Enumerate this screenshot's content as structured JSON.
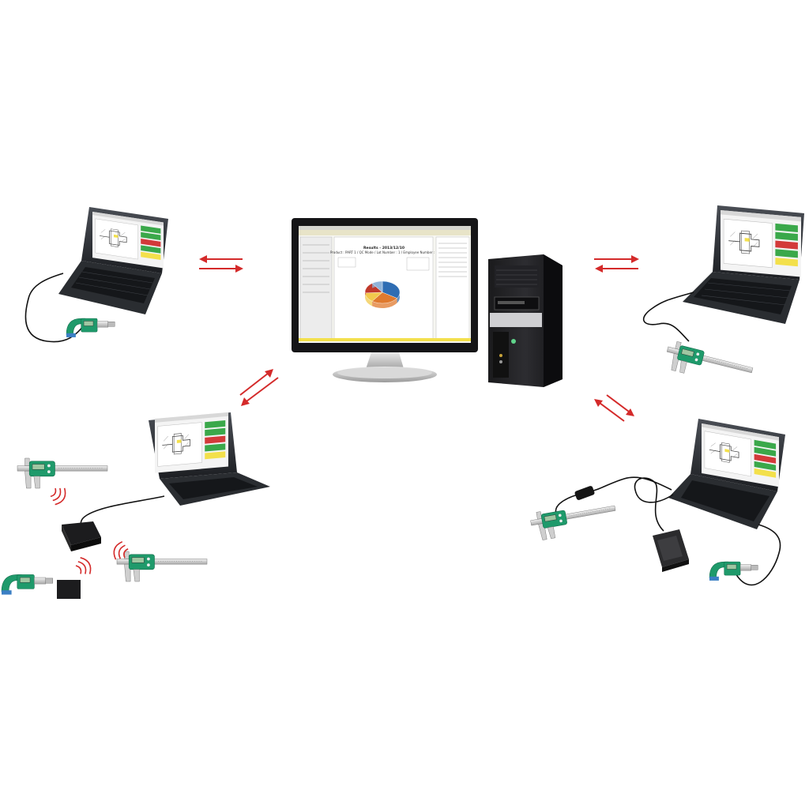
{
  "central_station": {
    "monitor_screen": {
      "report_title": "Results - 2013/12/10",
      "report_subtitle": "Product : PART 1 / QC Mode / Lot Number : 1 / Employee Number : 1"
    },
    "pie_slices": [
      {
        "color": "#2f6db3",
        "fraction": 0.34
      },
      {
        "color": "#e07a2e",
        "fraction": 0.26
      },
      {
        "color": "#f2c94c",
        "fraction": 0.14
      },
      {
        "color": "#c0392b",
        "fraction": 0.16
      },
      {
        "color": "#8fb3d9",
        "fraction": 0.1
      }
    ]
  },
  "colors": {
    "arrow": "#d42a2a",
    "gauge_body": "#1f9a6b",
    "laptop_body": "#2c2f34",
    "screen_ok": "#3aa84a",
    "screen_ng": "#d33a3a",
    "screen_warn": "#f3e04b"
  },
  "stations": [
    {
      "id": "top-left",
      "instrument": "micrometer",
      "connection": "cable"
    },
    {
      "id": "bottom-left",
      "instrument": "caliper + micrometer",
      "connection": "wireless receiver"
    },
    {
      "id": "top-right",
      "instrument": "caliper",
      "connection": "cable"
    },
    {
      "id": "bottom-right",
      "instrument": "caliper + micrometer + foot switch",
      "connection": "cable"
    }
  ]
}
